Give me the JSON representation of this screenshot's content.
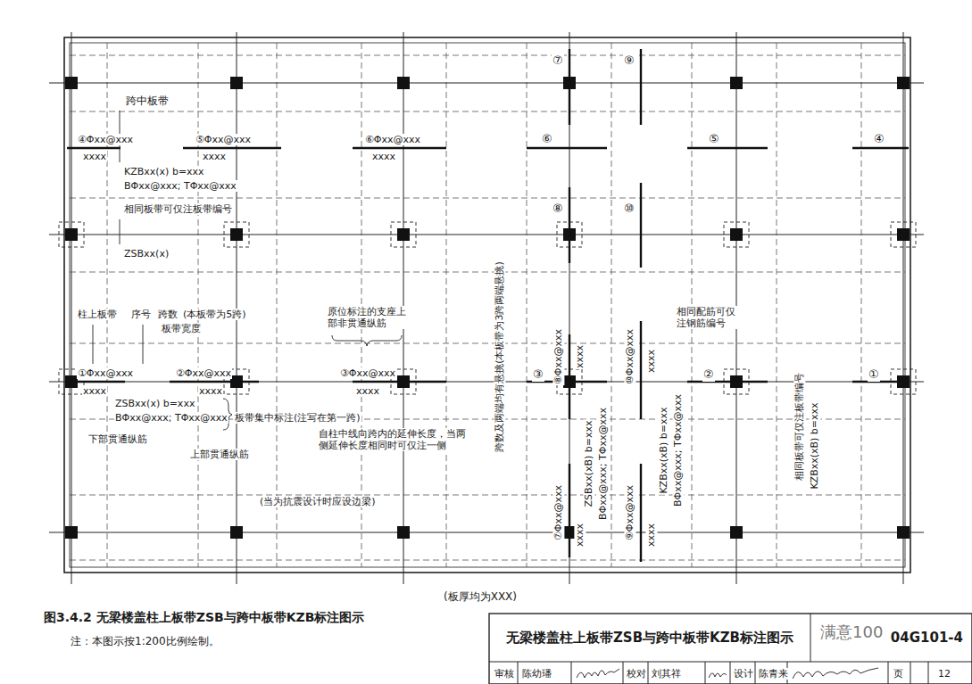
{
  "diagram": {
    "caption": "图3.4.2 无梁楼盖柱上板带ZSB与跨中板带KZB标注图示",
    "nodes": [
      {
        "text": [
          "无梁楼盖柱上板带ZSB与跨中板带KZB标注图示"
        ]
      },
      {
        "text": [
          "04G101-4"
        ]
      }
    ],
    "labels": [
      "跨中板带",
      "④Φxx@xxx",
      "xxxx",
      "⑤Φxx@xxx",
      "xxxx",
      "⑥Φxx@xxx",
      "xxxx",
      "⑥",
      "⑤",
      "④",
      "KZBxx(x) b=xxx",
      "BΦxx@xxx; TΦxx@xxx",
      "相同板带可仅注板带编号",
      "ZSBxx(x)",
      "柱上板带",
      "序号",
      "跨数",
      "(本板带为5跨)",
      "板带宽度",
      "①Φxx@xxx",
      "xxxx",
      "②Φxx@xxx",
      "xxxx",
      "ZSBxx(x) b=xxx",
      "BΦxx@xxx; TΦxx@xxx",
      "板带集中标注(注写在第一跨)",
      "下部贯通纵筋",
      "上部贯通纵筋",
      "原位标注的支座上部非贯通纵筋",
      "③Φxx@xxx",
      "xxxx",
      "自柱中线向跨内的延伸长度，当两侧延伸长度相同时可仅注一侧",
      "(当为抗震设计时应设边梁)",
      "⑦",
      "⑨",
      "⑧",
      "⑩",
      "跨数及两端均有悬挑(本板带为3跨两端悬挑)",
      "③",
      "⑧Φxx@xxx",
      "xxxx",
      "⑩Φxx@xxx",
      "xxxx",
      "相同配筋可仅注钢筋编号",
      "②",
      "①",
      "ZSBxx(xB) b=xxx",
      "BΦxx@xxx; TΦxx@xxx",
      "KZBxx(xB) b=xxx",
      "BΦxx@xxx; TΦxx@xxx",
      "相同板带可仅注板带编号",
      "KZBxx(xB) b=xxx",
      "⑦Φxx@xxx",
      "xxxx",
      "⑨Φxx@xxx",
      "xxxx",
      "(板厚均为XXX)",
      "注：本图示按1:200比例绘制。",
      "审核",
      "陈幼璠",
      "校对",
      "刘其祥",
      "设计",
      "陈青来",
      "页",
      "12",
      "满意100"
    ]
  }
}
